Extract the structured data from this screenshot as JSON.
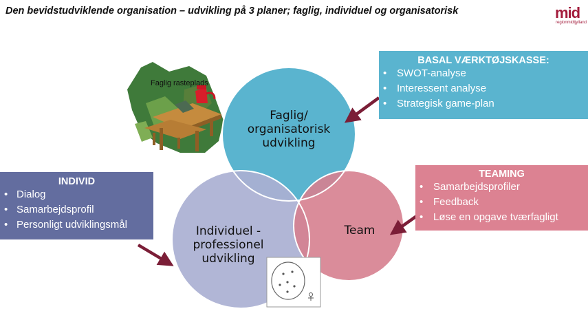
{
  "title": "Den bevidstudviklende organisation – udvikling på 3 planer; faglig, individuel og organisatorisk",
  "logo": {
    "main": "mid",
    "sub": "regionmidtjylland"
  },
  "colors": {
    "faglig": "#5ab4cf",
    "individuel": "#aab0d2",
    "team": "#d6808f",
    "individ_box": "#636d9f",
    "basal_box": "#5ab4cf",
    "teaming_box": "#dc8292",
    "arrow": "#7b1e37"
  },
  "circles": {
    "faglig": "Faglig/\norganisatorisk\nudvikling",
    "individuel": "Individuel -\nprofessionel\nudvikling",
    "team": "Team"
  },
  "picnic": {
    "label": "Faglig rasteplads",
    "icon": "picnic-table-map-icon"
  },
  "individ_box": {
    "heading": "INDIVID",
    "items": [
      "Dialog",
      "Samarbejdsprofil",
      "Personligt udviklingsmål"
    ]
  },
  "basal_box": {
    "heading": "BASAL VÆRKTØJSKASSE:",
    "items": [
      "SWOT-analyse",
      "Interessent analyse",
      "Strategisk game-plan"
    ]
  },
  "teaming_box": {
    "heading": "TEAMING",
    "items": [
      "Samarbejdsprofiler",
      "Feedback",
      "Løse en opgave tværfagligt"
    ]
  }
}
